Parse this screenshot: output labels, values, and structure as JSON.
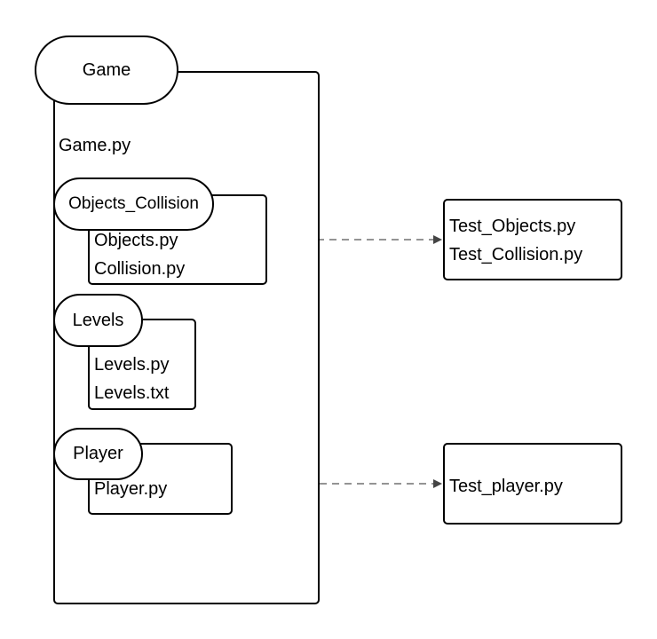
{
  "game": {
    "label": "Game",
    "file": "Game.py"
  },
  "groups": {
    "objects_collision": {
      "label": "Objects_Collision",
      "files": [
        "Objects.py",
        "Collision.py"
      ]
    },
    "levels": {
      "label": "Levels",
      "files": [
        "Levels.py",
        "Levels.txt"
      ]
    },
    "player": {
      "label": "Player",
      "files": [
        "Player.py"
      ]
    }
  },
  "tests": {
    "objects_collision": [
      "Test_Objects.py",
      "Test_Collision.py"
    ],
    "player": [
      "Test_player.py"
    ]
  },
  "colors": {
    "stroke": "#000000",
    "connector": "#555555",
    "background": "#ffffff"
  }
}
